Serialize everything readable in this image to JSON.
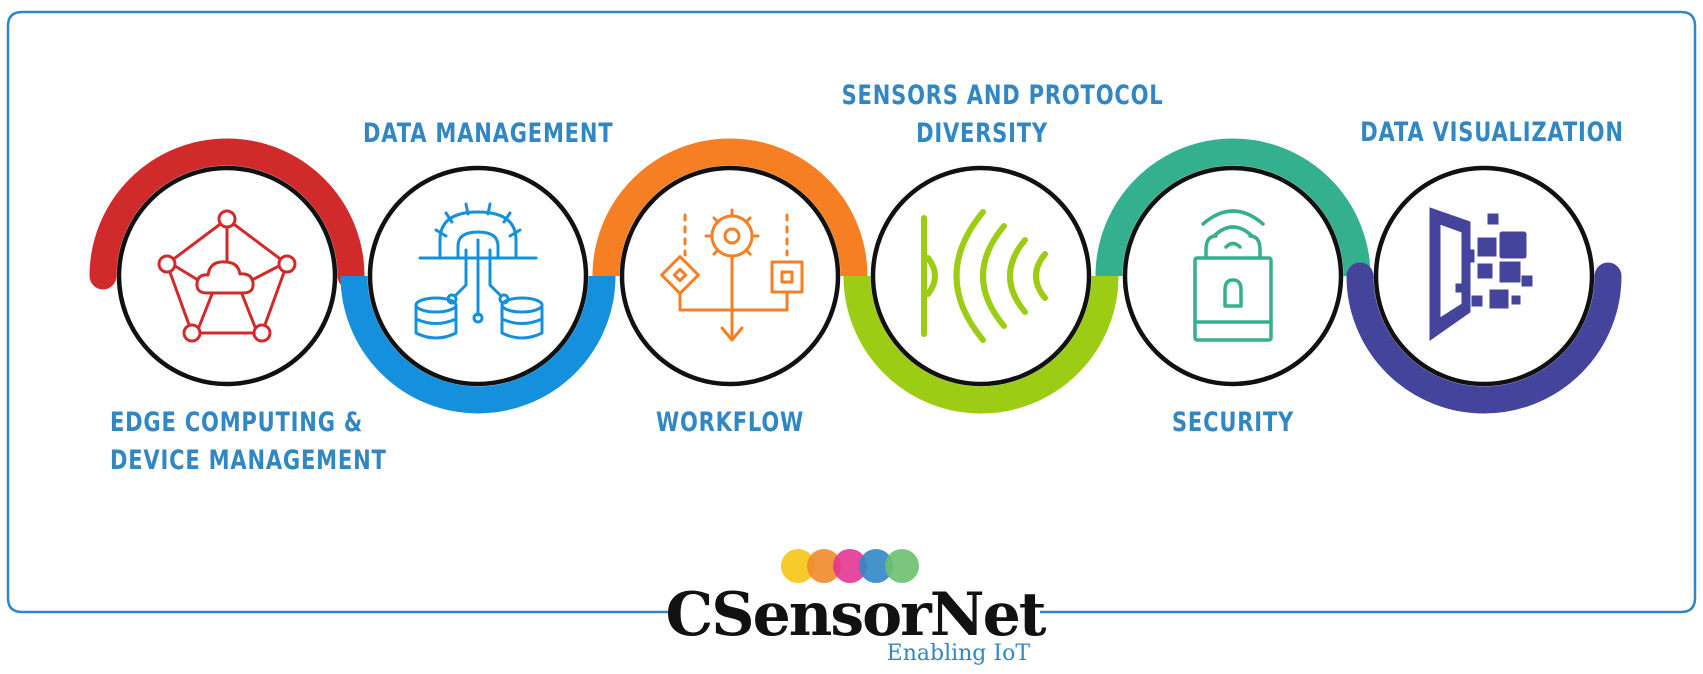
{
  "steps": [
    {
      "label_lines": [
        "EDGE COMPUTING &",
        "DEVICE MANAGEMENT"
      ],
      "icon": "cloud-network-pentagon-icon",
      "color": "#d02a2a"
    },
    {
      "label_lines": [
        "DATA MANAGEMENT"
      ],
      "icon": "gear-database-circuit-icon",
      "color": "#1590dd"
    },
    {
      "label_lines": [
        "WORKFLOW"
      ],
      "icon": "workflow-gear-flow-icon",
      "color": "#f57f22"
    },
    {
      "label_lines": [
        "SENSORS AND PROTOCOL",
        "DIVERSITY"
      ],
      "icon": "signal-waves-icon",
      "color": "#9ccc14"
    },
    {
      "label_lines": [
        "SECURITY"
      ],
      "icon": "wifi-padlock-icon",
      "color": "#35b08e"
    },
    {
      "label_lines": [
        "DATA VISUALIZATION"
      ],
      "icon": "data-pixel-door-icon",
      "color": "#44449c"
    }
  ],
  "colors": {
    "frame": "#3187c4",
    "label": "#3187c4",
    "circle_stroke": "#111111"
  },
  "brand": {
    "name": "CSensorNet",
    "tagline": "Enabling IoT",
    "dot_colors": [
      "#f6c514",
      "#f08a2a",
      "#e33593",
      "#3187c4",
      "#6cc070"
    ]
  }
}
